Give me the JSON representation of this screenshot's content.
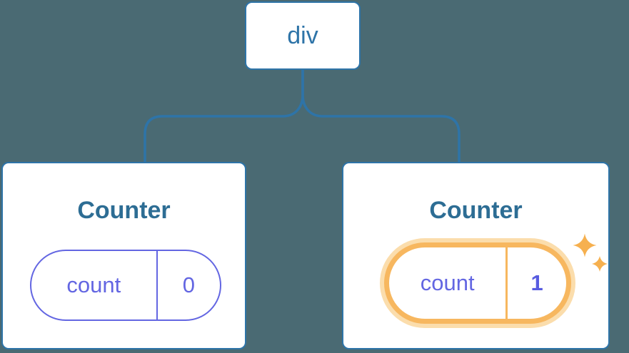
{
  "diagram": {
    "root": {
      "label": "div"
    },
    "children": [
      {
        "title": "Counter",
        "state_key": "count",
        "state_value": "0",
        "highlighted": false
      },
      {
        "title": "Counter",
        "state_key": "count",
        "state_value": "1",
        "highlighted": true
      }
    ],
    "icons": {
      "highlight": "sparkles-icon"
    }
  },
  "colors": {
    "background": "#4A6A73",
    "tree_blue": "#2E74A8",
    "title_blue": "#2D6D94",
    "state_purple": "#6366E2",
    "state_value_bold_purple": "#585CE0",
    "highlight_orange": "#F7B75F",
    "highlight_glow": "#FBDDAC",
    "sparkle_orange": "#F6B04F",
    "card_background": "#FFFFFF"
  }
}
